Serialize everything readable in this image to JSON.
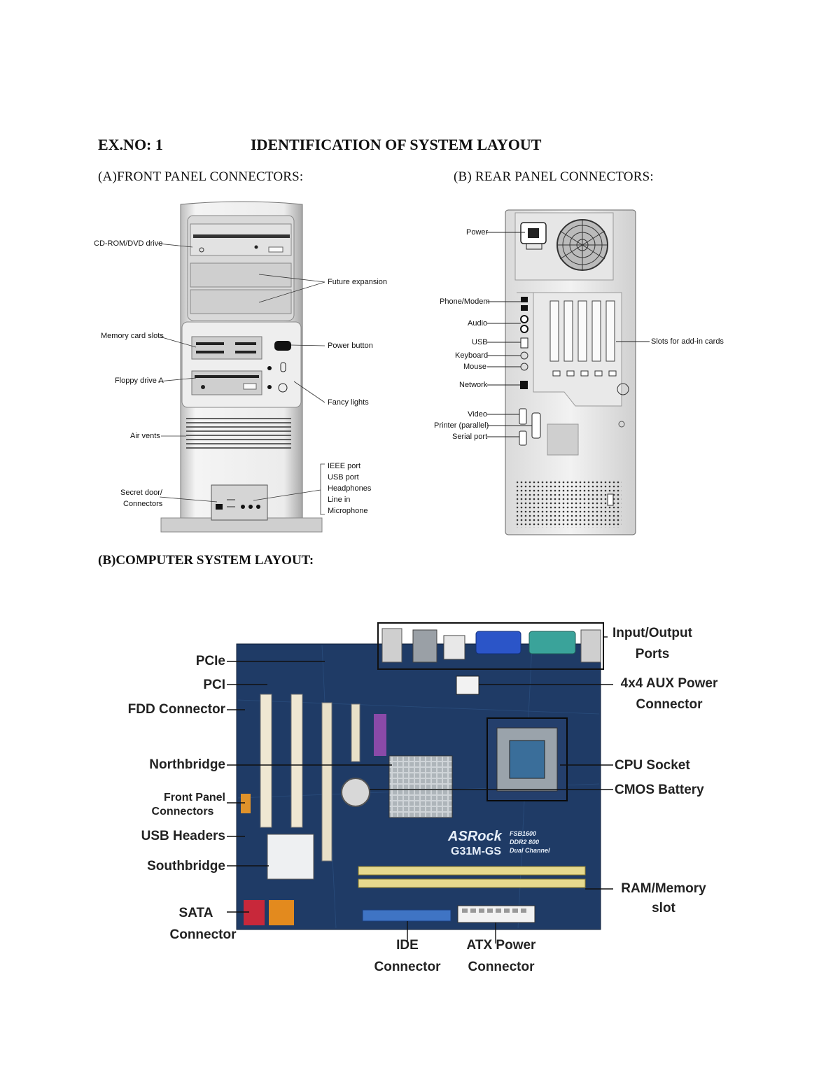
{
  "header": {
    "exercise_no": "EX.NO: 1",
    "title": "IDENTIFICATION OF SYSTEM LAYOUT"
  },
  "front_panel": {
    "heading": "(A)FRONT PANEL CONNECTORS:",
    "labels": {
      "cdrom": "CD-ROM/DVD drive",
      "future": "Future expansion",
      "memory": "Memory card slots",
      "power": "Power button",
      "floppy": "Floppy drive A",
      "lights": "Fancy lights",
      "vents": "Air vents",
      "secret1": "Secret door/",
      "secret2": "Connectors",
      "ieee": "IEEE port",
      "usb": "USB port",
      "headphones": "Headphones",
      "linein": "Line in",
      "mic": "Microphone"
    }
  },
  "rear_panel": {
    "heading": "(B) REAR PANEL CONNECTORS:",
    "labels": {
      "power": "Power",
      "phone": "Phone/Modem",
      "audio": "Audio",
      "usb": "USB",
      "keyboard": "Keyboard",
      "mouse": "Mouse",
      "network": "Network",
      "video": "Video",
      "printer": "Printer (parallel)",
      "serial": "Serial port",
      "slots": "Slots for add-in cards"
    }
  },
  "system_layout": {
    "heading": "(B)COMPUTER SYSTEM LAYOUT:",
    "labels": {
      "pcie": "PCIe",
      "pci": "PCI",
      "fdd": "FDD Connector",
      "northbridge": "Northbridge",
      "front_panel_1": "Front Panel",
      "front_panel_2": "Connectors",
      "usb_headers": "USB Headers",
      "southbridge": "Southbridge",
      "sata_1": "SATA",
      "sata_2": "Connector",
      "io_1": "Input/Output",
      "io_2": "Ports",
      "aux_1": "4x4 AUX Power",
      "aux_2": "Connector",
      "cpu": "CPU Socket",
      "cmos": "CMOS Battery",
      "ram_1": "RAM/Memory",
      "ram_2": "slot",
      "ide_1": "IDE",
      "ide_2": "Connector",
      "atx_1": "ATX Power",
      "atx_2": "Connector"
    },
    "board_brand": "ASRock",
    "board_model": "G31M-GS",
    "board_spec_1": "FSB1600",
    "board_spec_2": "DDR2 800",
    "board_spec_3": "Dual Channel"
  }
}
